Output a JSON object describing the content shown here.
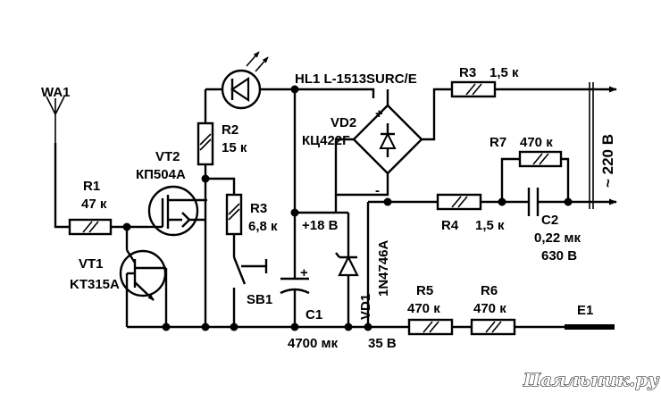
{
  "labels": {
    "wa1": "WA1",
    "r1": "R1",
    "r1_val": "47 к",
    "vt1": "VT1",
    "vt1_type": "KT315A",
    "vt2": "VT2",
    "vt2_type": "КП504А",
    "r2": "R2",
    "r2_val": "15 к",
    "r3": "R3",
    "r3_val": "6,8 к",
    "sb1": "SB1",
    "hl1": "HL1 L-1513SURC/E",
    "plus18": "+18 В",
    "c1": "C1",
    "c1_val": "4700 мк",
    "c1_volt": "35 В",
    "vd1": "VD1",
    "vd1_type": "1N4746A",
    "vd2": "VD2",
    "vd2_type": "КЦ422Г",
    "bridge_plus": "+",
    "bridge_minus": "-",
    "c1_plus": "+",
    "r3b": "R3",
    "r3b_val": "1,5 к",
    "r4": "R4",
    "r4_val": "1,5 к",
    "r7": "R7",
    "r7_val": "470 к",
    "c2": "C2",
    "c2_val": "0,22 мк",
    "c2_volt": "630 В",
    "r5": "R5",
    "r5_val": "470 к",
    "r6": "R6",
    "r6_val": "470 к",
    "e1": "E1",
    "mains": "~ 220 В"
  },
  "watermark": "Паяльник.ру"
}
